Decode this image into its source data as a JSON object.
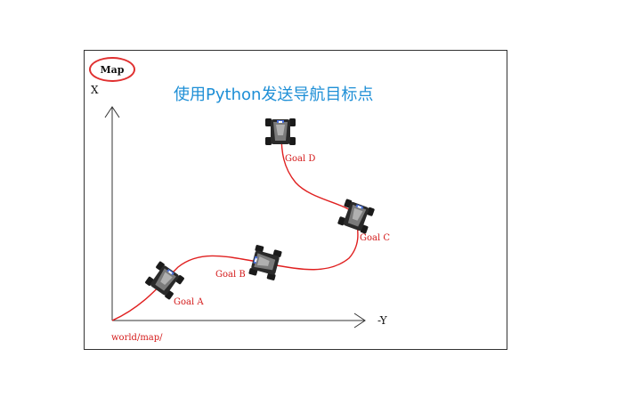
{
  "map_label": "Map",
  "title": "使用Python发送导航目标点",
  "axes": {
    "x_label": "X",
    "y_label": "-Y",
    "origin_label": "world/map/"
  },
  "goals": [
    {
      "id": "A",
      "label": "Goal A"
    },
    {
      "id": "B",
      "label": "Goal B"
    },
    {
      "id": "C",
      "label": "Goal C"
    },
    {
      "id": "D",
      "label": "Goal D"
    }
  ],
  "colors": {
    "path": "#e02020",
    "title": "#1e8fd6",
    "badge": "#e03030",
    "axis": "#333333",
    "robot_body": "#555555",
    "robot_wheel": "#1a1a1a"
  },
  "icons": [
    "robot-car-icon"
  ]
}
